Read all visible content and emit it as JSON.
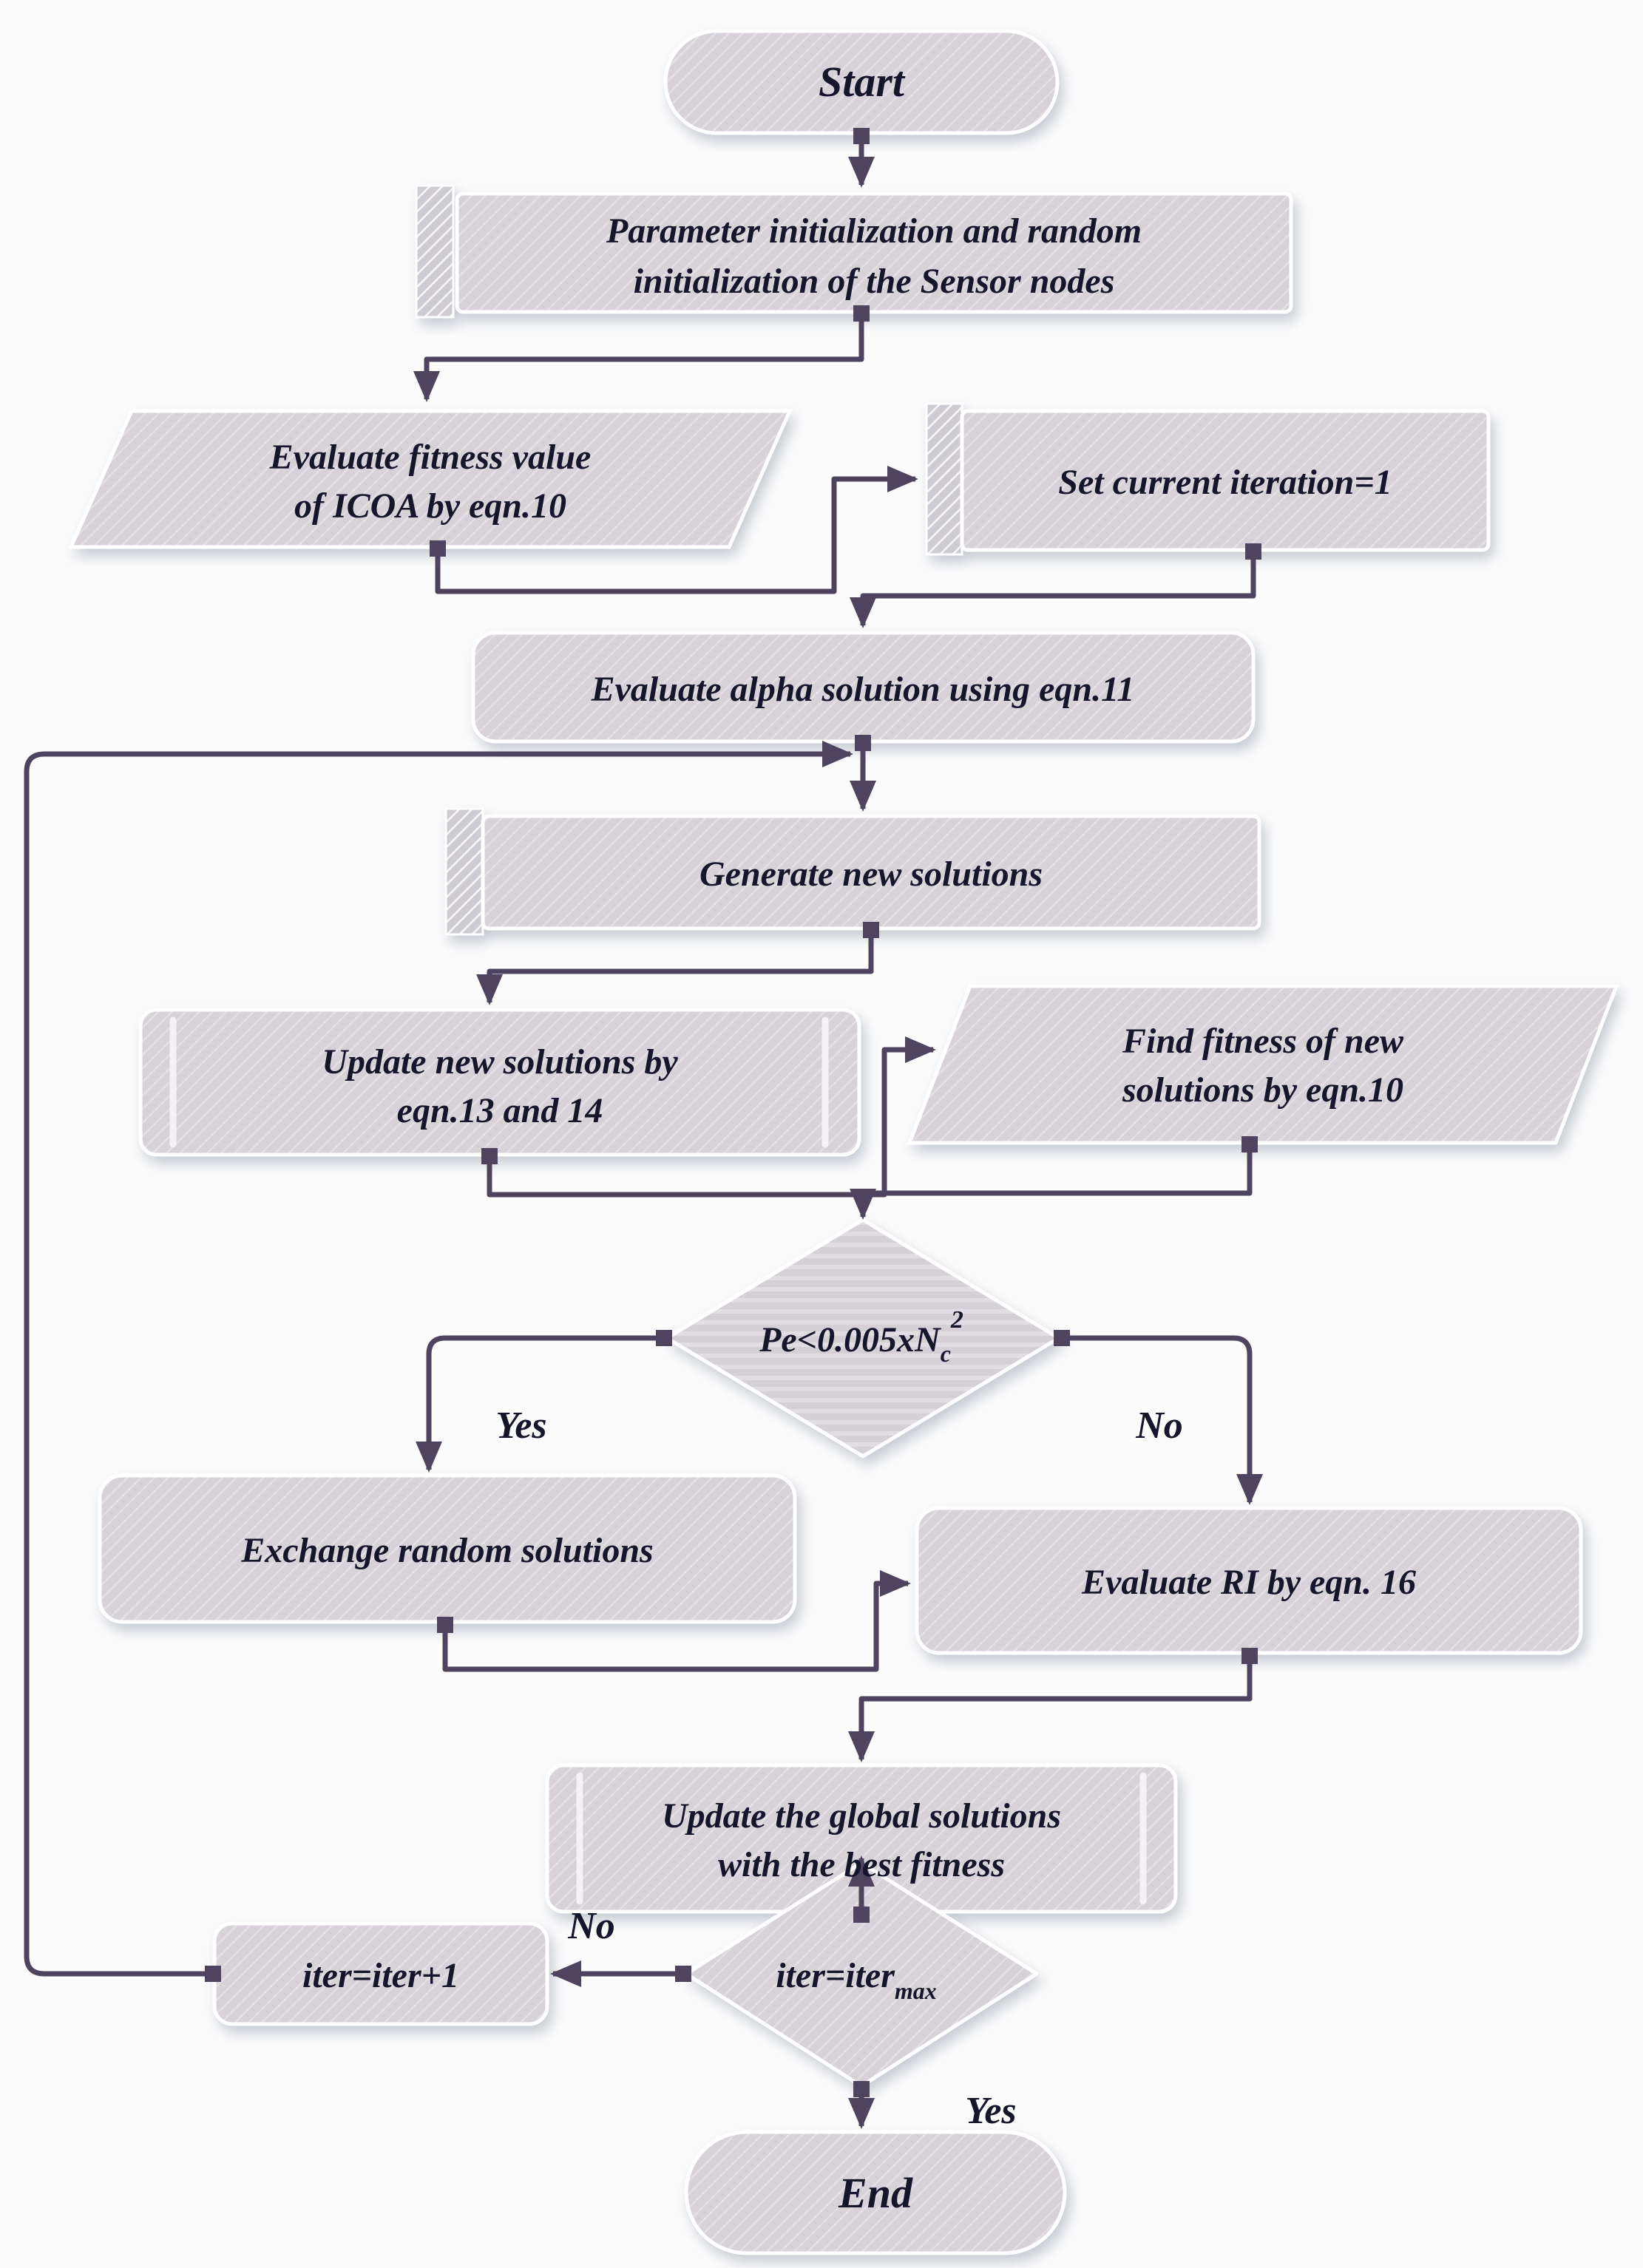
{
  "diagram": {
    "type": "flowchart",
    "colors": {
      "edge": "#4e4460",
      "node_fill_base": "#d6d2d8",
      "node_hatch_light": "#e3dfe4",
      "text": "#15152b",
      "background": "#fcfcfd"
    },
    "nodes": {
      "start": {
        "label": "Start"
      },
      "param_init": {
        "line1": "Parameter initialization and random",
        "line2": "initialization of the Sensor nodes"
      },
      "eval_fitness": {
        "line1": "Evaluate fitness value",
        "line2": "of ICOA by eqn.10"
      },
      "set_iteration": {
        "label": "Set current iteration=1"
      },
      "eval_alpha": {
        "label": "Evaluate alpha solution using eqn.11"
      },
      "generate": {
        "label": "Generate new solutions"
      },
      "update_new": {
        "line1": "Update new solutions by",
        "line2": "eqn.13 and 14"
      },
      "find_fitness": {
        "line1": "Find fitness of new",
        "line2": "solutions by eqn.10"
      },
      "decision_pe": {
        "main": "Pe<0.005xN",
        "sub": "c",
        "sup": "2"
      },
      "exchange": {
        "label": "Exchange random solutions"
      },
      "eval_ri": {
        "label": "Evaluate RI by eqn. 16"
      },
      "update_global": {
        "line1": "Update the global solutions",
        "line2": "with the best fitness"
      },
      "decision_iter": {
        "main": "iter=iter",
        "sub": "max"
      },
      "iter_inc": {
        "label": "iter=iter+1"
      },
      "end": {
        "label": "End"
      }
    },
    "edge_labels": {
      "pe_yes": "Yes",
      "pe_no": "No",
      "iter_no": "No",
      "iter_yes": "Yes"
    }
  }
}
